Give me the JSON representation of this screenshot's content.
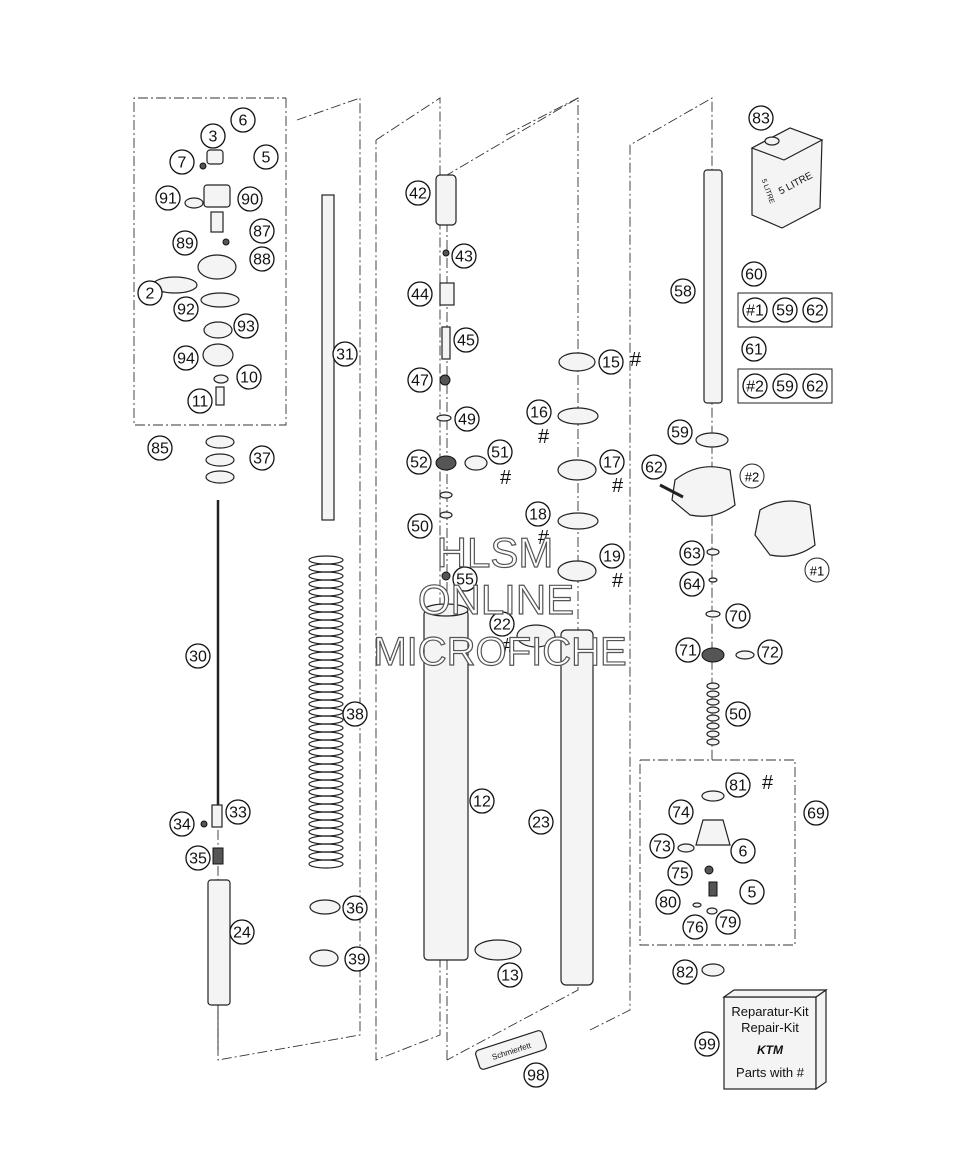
{
  "callouts": [
    "83",
    "3",
    "6",
    "7",
    "5",
    "91",
    "90",
    "87",
    "89",
    "88",
    "2",
    "92",
    "93",
    "94",
    "10",
    "11",
    "85",
    "37",
    "30",
    "34",
    "33",
    "35",
    "24",
    "31",
    "38",
    "36",
    "39",
    "42",
    "43",
    "44",
    "45",
    "47",
    "49",
    "51",
    "52",
    "50",
    "55",
    "12",
    "13",
    "98",
    "15",
    "16",
    "17",
    "18",
    "19",
    "22",
    "23",
    "58",
    "60",
    "59",
    "62",
    "61",
    "63",
    "64",
    "70",
    "71",
    "72",
    "50",
    "81",
    "69",
    "74",
    "73",
    "6",
    "75",
    "5",
    "80",
    "76",
    "79",
    "82",
    "99"
  ],
  "kit_boxes": {
    "box60": [
      "#1",
      "59",
      "62"
    ],
    "box61": [
      "#2",
      "59",
      "62"
    ]
  },
  "labels": {
    "hash": "#",
    "variant_1": "#1",
    "variant_2": "#2",
    "can_label": "5 LITRE",
    "can_label_small": "5 LITRE",
    "tube_label": "Schmierfett"
  },
  "repair_box": {
    "line1": "Reparatur-Kit",
    "line2": "Repair-Kit",
    "brand": "KTM",
    "line3": "Parts with #"
  },
  "watermark": {
    "line1": "HLSM",
    "line2": "ONLINE",
    "line3": "MICROFICHE"
  }
}
